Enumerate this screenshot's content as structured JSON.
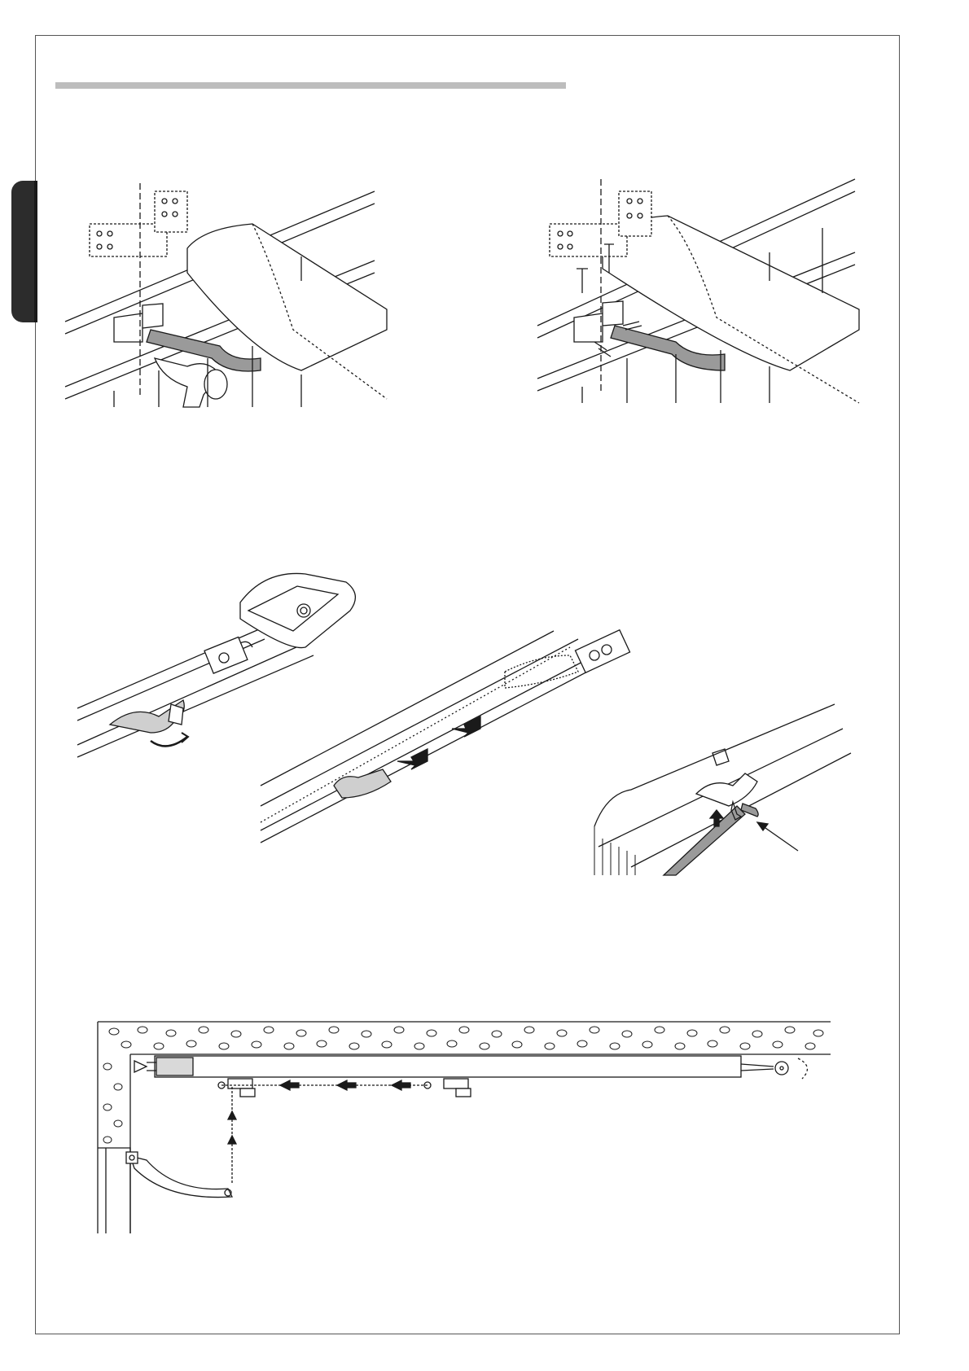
{
  "page": {
    "side_tab_color": "#2c2c2c",
    "header_bar_color": "#bdbdbd",
    "line_color": "#1a1a1a",
    "metal_grey": "#9a9a9a",
    "light_grey": "#d9d9d9"
  },
  "figures": [
    {
      "id": "drill-bracket",
      "icons": [
        "wall-plate",
        "arm-bracket",
        "drill-icon"
      ]
    },
    {
      "id": "fix-bracket-screws",
      "icons": [
        "wall-plate",
        "arm-bracket",
        "screw-icon"
      ]
    },
    {
      "id": "loosen-wing-nut",
      "icons": [
        "operator-head",
        "wing-nut",
        "rotate-arrow-icon"
      ]
    },
    {
      "id": "slide-stop",
      "icons": [
        "track-rail",
        "direction-arrow-icon"
      ]
    },
    {
      "id": "insert-pin",
      "icons": [
        "track-rail",
        "up-arrow-icon",
        "pointer-arrow-icon"
      ]
    },
    {
      "id": "top-view-assembly",
      "icons": [
        "wall-section",
        "operator-rail",
        "arm",
        "direction-arrow-icon"
      ]
    }
  ]
}
